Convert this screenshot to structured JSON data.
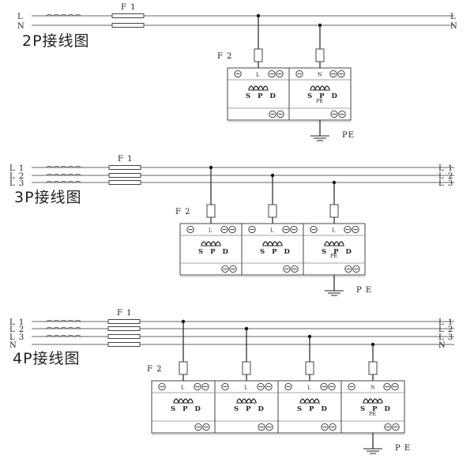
{
  "diagram_2p": {
    "title": "2P接线图",
    "lines_left": [
      "L",
      "N"
    ],
    "lines_right": [
      "L",
      "N"
    ],
    "fuse_main": "F 1",
    "fuse_branch": "F 2",
    "modules": [
      {
        "terminal": "L",
        "brand": "S P D",
        "pe": ""
      },
      {
        "terminal": "N",
        "brand": "S P D",
        "pe": "PE"
      }
    ],
    "ground_label": "PE"
  },
  "diagram_3p": {
    "title": "3P接线图",
    "lines_left": [
      "L 1",
      "L 2",
      "L 3"
    ],
    "lines_right": [
      "L 1",
      "L 2",
      "L 3"
    ],
    "fuse_main": "F 1",
    "fuse_branch": "F 2",
    "modules": [
      {
        "terminal": "L",
        "brand": "S P D",
        "pe": ""
      },
      {
        "terminal": "L",
        "brand": "S P D",
        "pe": ""
      },
      {
        "terminal": "L",
        "brand": "S P D",
        "pe": "PE"
      }
    ],
    "ground_label": "P E"
  },
  "diagram_4p": {
    "title": "4P接线图",
    "lines_left": [
      "L 1",
      "L 2",
      "L 3",
      "N"
    ],
    "lines_right": [
      "L 1",
      "L 2",
      "L 3",
      "N"
    ],
    "fuse_main": "F 1",
    "fuse_branch": "F 2",
    "modules": [
      {
        "terminal": "L",
        "brand": "S P D",
        "pe": ""
      },
      {
        "terminal": "L",
        "brand": "S P D",
        "pe": ""
      },
      {
        "terminal": "L",
        "brand": "S P D",
        "pe": ""
      },
      {
        "terminal": "N",
        "brand": "S P D",
        "pe": "PE"
      }
    ],
    "ground_label": "P E"
  }
}
